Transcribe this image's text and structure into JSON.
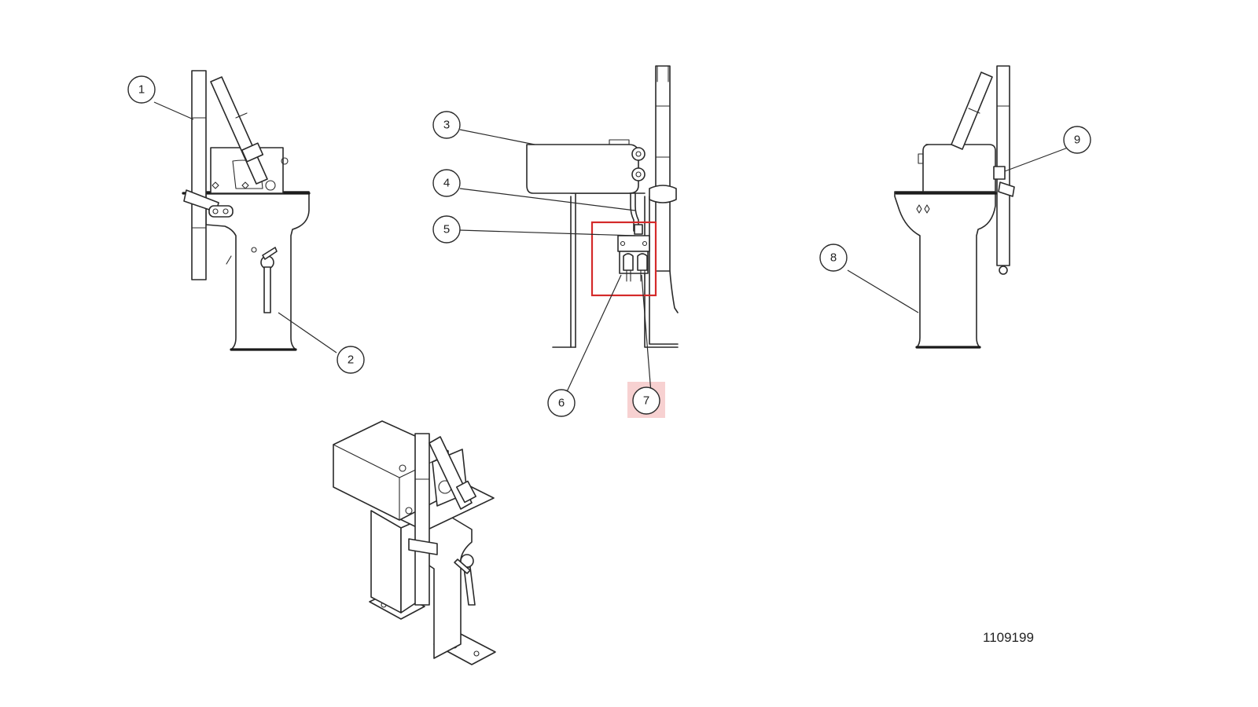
{
  "diagram": {
    "callouts": [
      {
        "id": "1",
        "label": "1"
      },
      {
        "id": "2",
        "label": "2"
      },
      {
        "id": "3",
        "label": "3"
      },
      {
        "id": "4",
        "label": "4"
      },
      {
        "id": "5",
        "label": "5"
      },
      {
        "id": "6",
        "label": "6"
      },
      {
        "id": "7",
        "label": "7"
      },
      {
        "id": "8",
        "label": "8"
      },
      {
        "id": "9",
        "label": "9"
      }
    ],
    "highlighted_callout": "7",
    "drawing_number": "1109199",
    "colors": {
      "line": "#2a2a2a",
      "highlight_box": "#d42a2a",
      "highlight_fill": "#f6cccc"
    }
  }
}
